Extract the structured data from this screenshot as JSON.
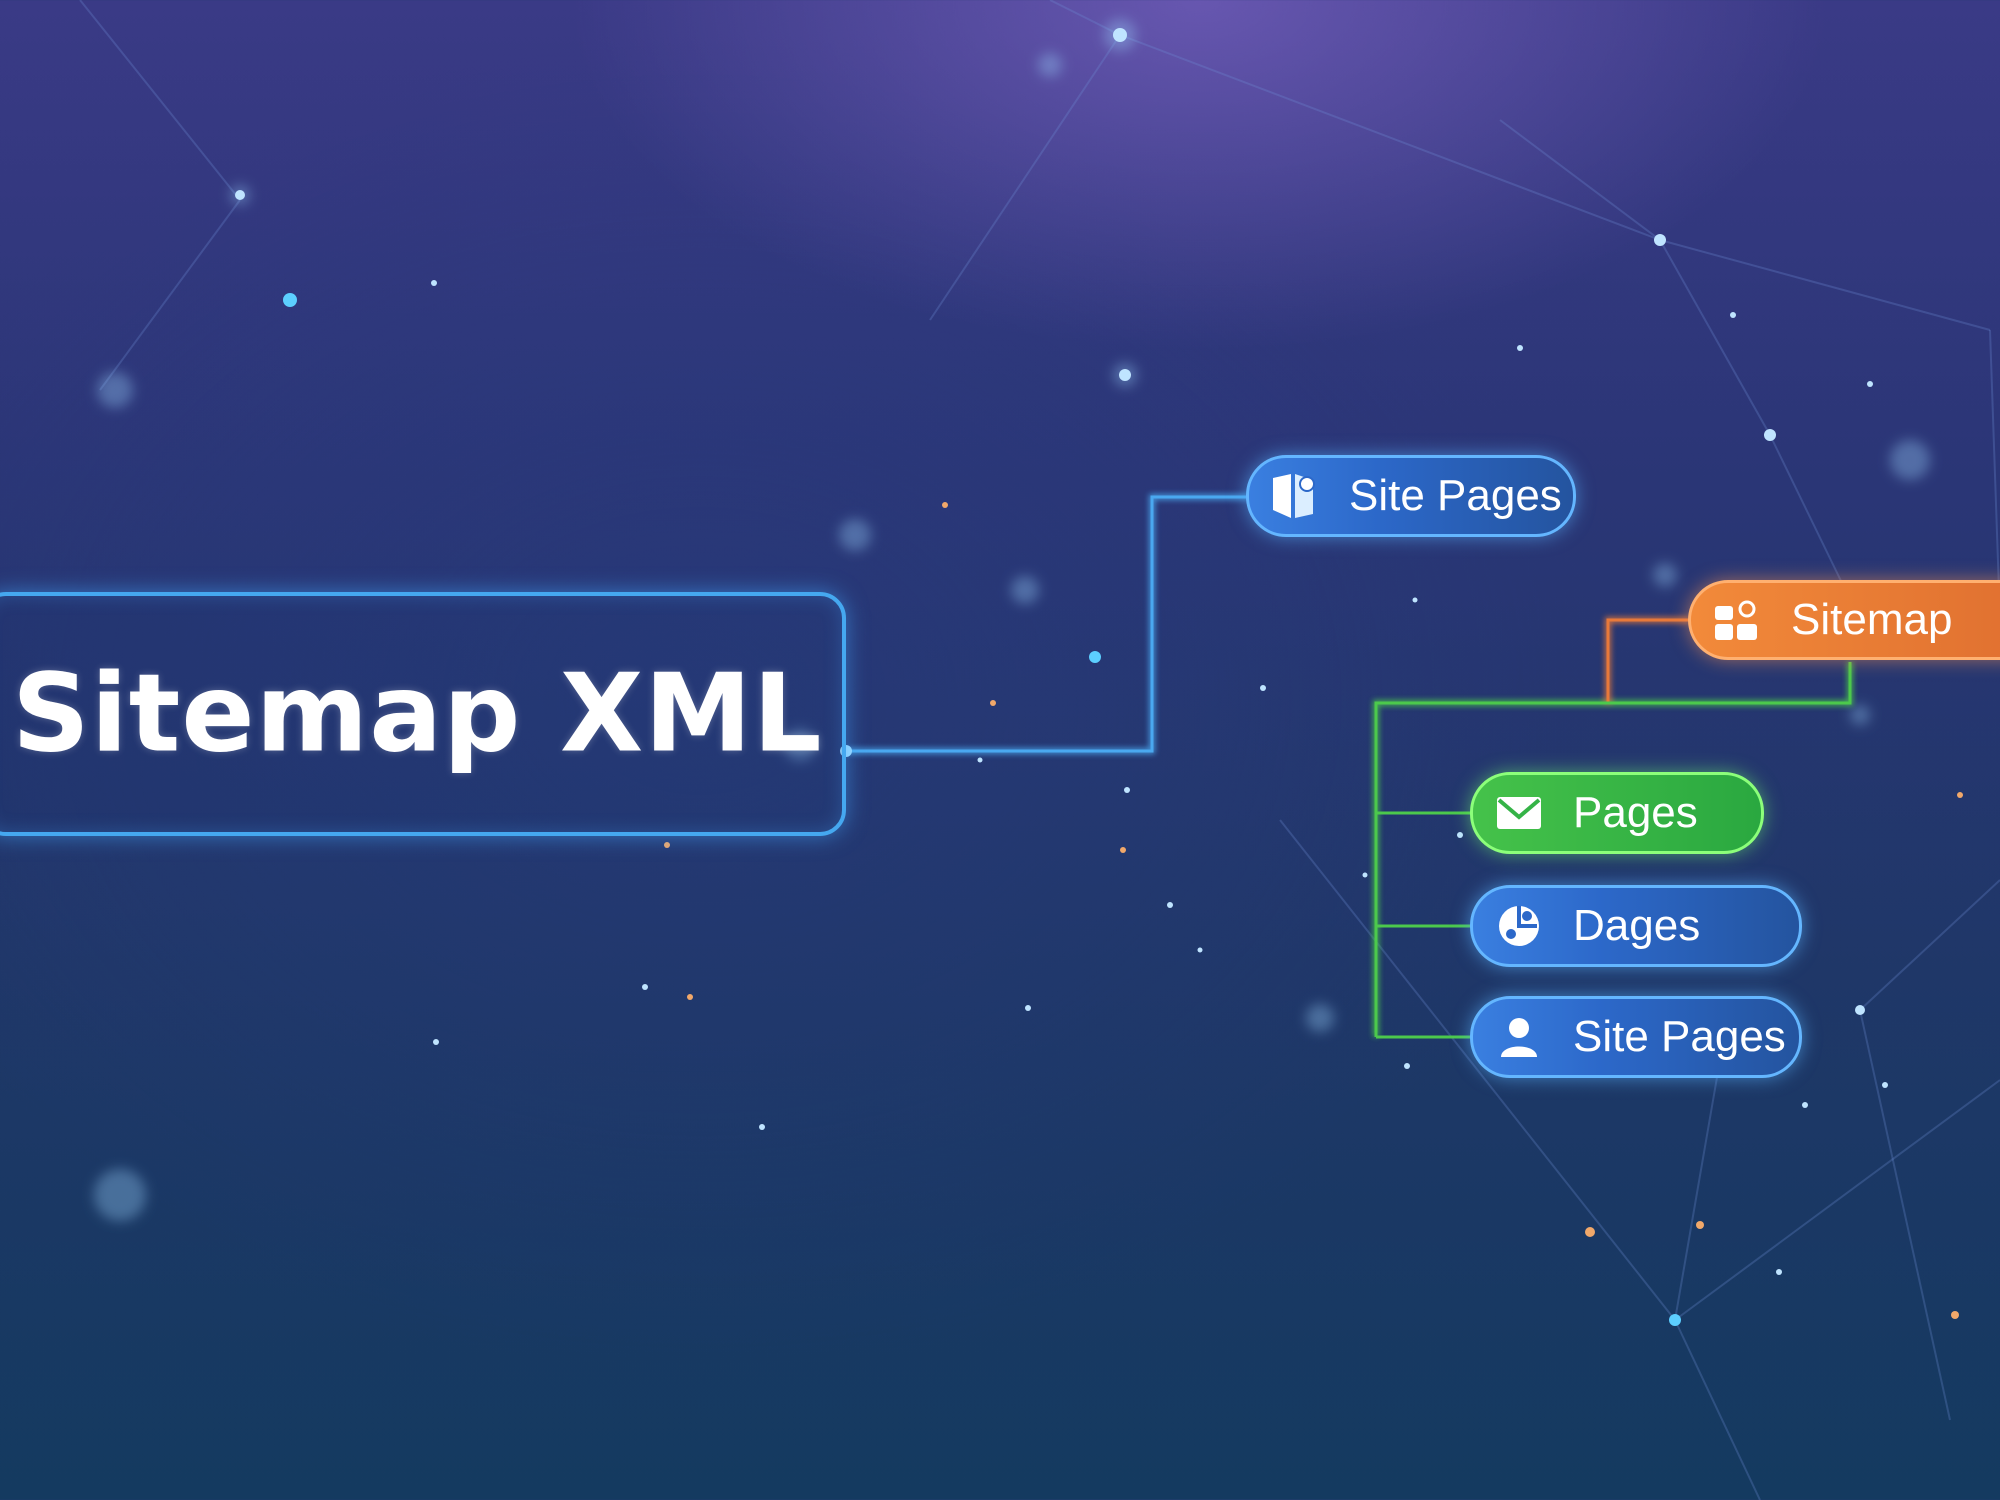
{
  "main_node": {
    "label": "Sitemap XML"
  },
  "nodes": [
    {
      "label": "Site Pages",
      "icon": "shield-map-icon",
      "color": "#2f6fd6"
    },
    {
      "label": "Sitemap",
      "icon": "sitemap-users-icon",
      "color": "#e8793a"
    },
    {
      "label": "Pages",
      "icon": "envelope-icon",
      "color": "#3db84a"
    },
    {
      "label": "Dages",
      "icon": "puzzle-icon",
      "color": "#2f6fd6"
    },
    {
      "label": "Site Pages",
      "icon": "user-icon",
      "color": "#2f6fd6"
    }
  ],
  "colors": {
    "background_top": "#3a3a86",
    "background_bottom": "#143a60",
    "connector_blue": "#4aa8f0",
    "connector_orange": "#e8793a",
    "connector_green": "#4cc94c"
  }
}
